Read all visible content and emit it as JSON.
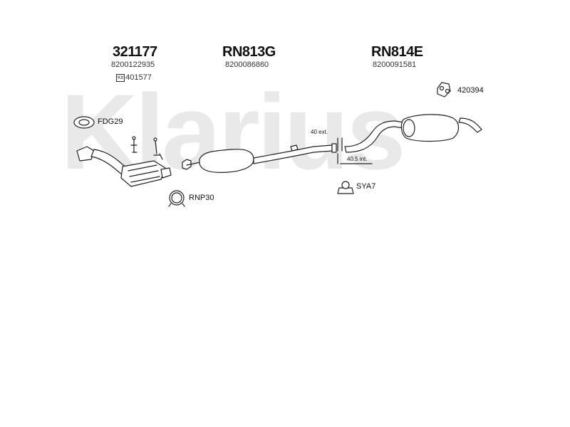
{
  "brand_watermark": "Klarius",
  "parts": {
    "front": {
      "number": "321177",
      "oem": "8200122935",
      "kit_tag": "Kit",
      "kit_number": "401577"
    },
    "middle": {
      "number": "RN813G",
      "oem": "8200086860"
    },
    "rear": {
      "number": "RN814E",
      "oem": "8200091581"
    }
  },
  "accessories": {
    "gasket": "FDG29",
    "clamp": "RNP30",
    "mount": "SYA7",
    "hanger": "420394"
  },
  "dimensions": {
    "external": "40 ext.",
    "internal": "40.5 int."
  },
  "colors": {
    "watermark": "#e9e9e9",
    "line": "#222222",
    "text": "#111111"
  }
}
